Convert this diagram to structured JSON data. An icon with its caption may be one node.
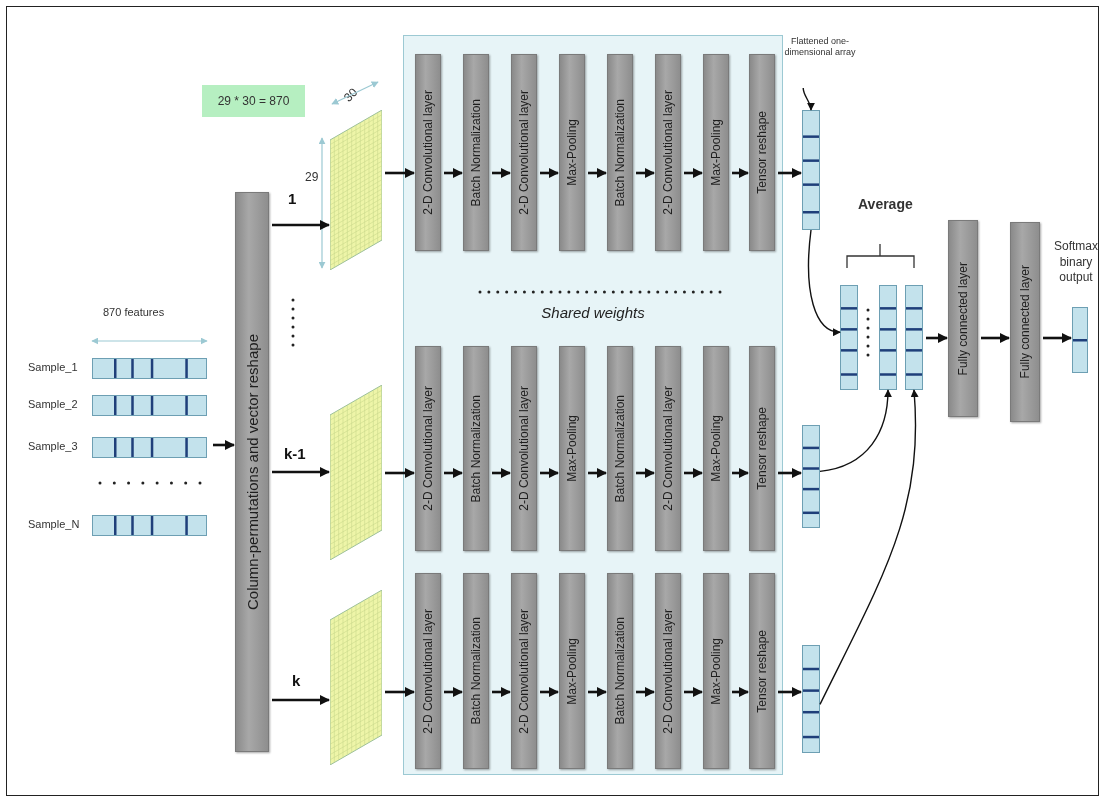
{
  "diagram": {
    "nodes": [
      {
        "text": [
          "29 * 30 = 870"
        ]
      },
      {
        "text": [
          "Sample_1",
          "Sample_2",
          "Sample_3",
          "Sample_N"
        ]
      },
      {
        "text": [
          "Column-permutations and vector reshape"
        ]
      },
      {
        "text": [],
        "shape": "picture"
      },
      {
        "text": [],
        "shape": "picture"
      },
      {
        "text": [],
        "shape": "picture"
      },
      {
        "text": [
          "Shared weights"
        ]
      },
      {
        "text": [
          "2-D Convolutional  layer"
        ],
        "in": 6
      },
      {
        "text": [
          "Batch Normalization"
        ],
        "in": 6
      },
      {
        "text": [
          "2-D Convolutional  layer"
        ],
        "in": 6
      },
      {
        "text": [
          "Max-Pooling"
        ],
        "in": 6
      },
      {
        "text": [
          "Batch Normalization"
        ],
        "in": 6
      },
      {
        "text": [
          "2-D Convolutional  layer"
        ],
        "in": 6
      },
      {
        "text": [
          "Max-Pooling"
        ],
        "in": 6
      },
      {
        "text": [
          "Tensor reshape"
        ],
        "in": 6
      },
      {
        "text": [
          "2-D Convolutional  layer"
        ],
        "in": 6
      },
      {
        "text": [
          "Batch Normalization"
        ],
        "in": 6
      },
      {
        "text": [
          "2-D Convolutional  layer"
        ],
        "in": 6
      },
      {
        "text": [
          "Max-Pooling"
        ],
        "in": 6
      },
      {
        "text": [
          "Batch Normalization"
        ],
        "in": 6
      },
      {
        "text": [
          "2-D Convolutional  layer"
        ],
        "in": 6
      },
      {
        "text": [
          "Max-Pooling"
        ],
        "in": 6
      },
      {
        "text": [
          "Tensor reshape"
        ],
        "in": 6
      },
      {
        "text": [
          "2-D Convolutional  layer"
        ],
        "in": 6
      },
      {
        "text": [
          "Batch Normalization"
        ],
        "in": 6
      },
      {
        "text": [
          "2-D Convolutional  layer"
        ],
        "in": 6
      },
      {
        "text": [
          "Max-Pooling"
        ],
        "in": 6
      },
      {
        "text": [
          "Batch Normalization"
        ],
        "in": 6
      },
      {
        "text": [
          "2-D Convolutional  layer"
        ],
        "in": 6
      },
      {
        "text": [
          "Max-Pooling"
        ],
        "in": 6
      },
      {
        "text": [
          "Tensor reshape"
        ],
        "in": 6
      },
      {
        "text": [
          "Flattened one-dimensional array"
        ]
      },
      {
        "text": [],
        "shape": "bar"
      },
      {
        "text": [],
        "shape": "bar"
      },
      {
        "text": [],
        "shape": "bar"
      },
      {
        "text": [],
        "shape": "bar"
      },
      {
        "text": [],
        "shape": "bar"
      },
      {
        "text": [],
        "shape": "bar"
      },
      {
        "text": [
          "Fully connected layer"
        ]
      },
      {
        "text": [
          "Fully connected layer"
        ]
      },
      {
        "text": [],
        "shape": "bar",
        "beside": [
          "Softmax binary output"
        ]
      }
    ],
    "edges": [
      {
        "from": 1,
        "to": 2,
        "arrow": "to"
      },
      {
        "from": 2,
        "to": 3,
        "arrow": "to",
        "label": "1"
      },
      {
        "from": 2,
        "to": 4,
        "arrow": "to",
        "label": "k-1"
      },
      {
        "from": 2,
        "to": 5,
        "arrow": "to",
        "label": "k"
      },
      {
        "from": 3,
        "to": 7,
        "arrow": "to"
      },
      {
        "from": 7,
        "to": 8,
        "arrow": "to"
      },
      {
        "from": 8,
        "to": 9,
        "arrow": "to"
      },
      {
        "from": 9,
        "to": 10,
        "arrow": "to"
      },
      {
        "from": 10,
        "to": 11,
        "arrow": "to"
      },
      {
        "from": 11,
        "to": 12,
        "arrow": "to"
      },
      {
        "from": 12,
        "to": 13,
        "arrow": "to"
      },
      {
        "from": 13,
        "to": 14,
        "arrow": "to"
      },
      {
        "from": 14,
        "to": 32,
        "arrow": "to"
      },
      {
        "from": 4,
        "to": 15,
        "arrow": "to"
      },
      {
        "from": 15,
        "to": 16,
        "arrow": "to"
      },
      {
        "from": 16,
        "to": 17,
        "arrow": "to"
      },
      {
        "from": 17,
        "to": 18,
        "arrow": "to"
      },
      {
        "from": 18,
        "to": 19,
        "arrow": "to"
      },
      {
        "from": 19,
        "to": 20,
        "arrow": "to"
      },
      {
        "from": 20,
        "to": 21,
        "arrow": "to"
      },
      {
        "from": 21,
        "to": 22,
        "arrow": "to"
      },
      {
        "from": 22,
        "to": 33,
        "arrow": "to"
      },
      {
        "from": 5,
        "to": 23,
        "arrow": "to"
      },
      {
        "from": 23,
        "to": 24,
        "arrow": "to"
      },
      {
        "from": 24,
        "to": 25,
        "arrow": "to"
      },
      {
        "from": 25,
        "to": 26,
        "arrow": "to"
      },
      {
        "from": 26,
        "to": 27,
        "arrow": "to"
      },
      {
        "from": 27,
        "to": 28,
        "arrow": "to"
      },
      {
        "from": 28,
        "to": 29,
        "arrow": "to"
      },
      {
        "from": 29,
        "to": 30,
        "arrow": "to"
      },
      {
        "from": 30,
        "to": 34,
        "arrow": "to"
      },
      {
        "from": 31,
        "to": 32,
        "arrow": "to"
      },
      {
        "from": 32,
        "to": 35,
        "arrow": "to"
      },
      {
        "from": 33,
        "to": 36,
        "arrow": "to"
      },
      {
        "from": 34,
        "to": 37,
        "arrow": "to"
      },
      {
        "from": 37,
        "to": 38,
        "arrow": "to"
      },
      {
        "from": 38,
        "to": 39,
        "arrow": "to"
      },
      {
        "from": 39,
        "to": 40,
        "arrow": "to"
      }
    ],
    "labels": [
      "30",
      "29",
      "870 features",
      "Average"
    ]
  }
}
